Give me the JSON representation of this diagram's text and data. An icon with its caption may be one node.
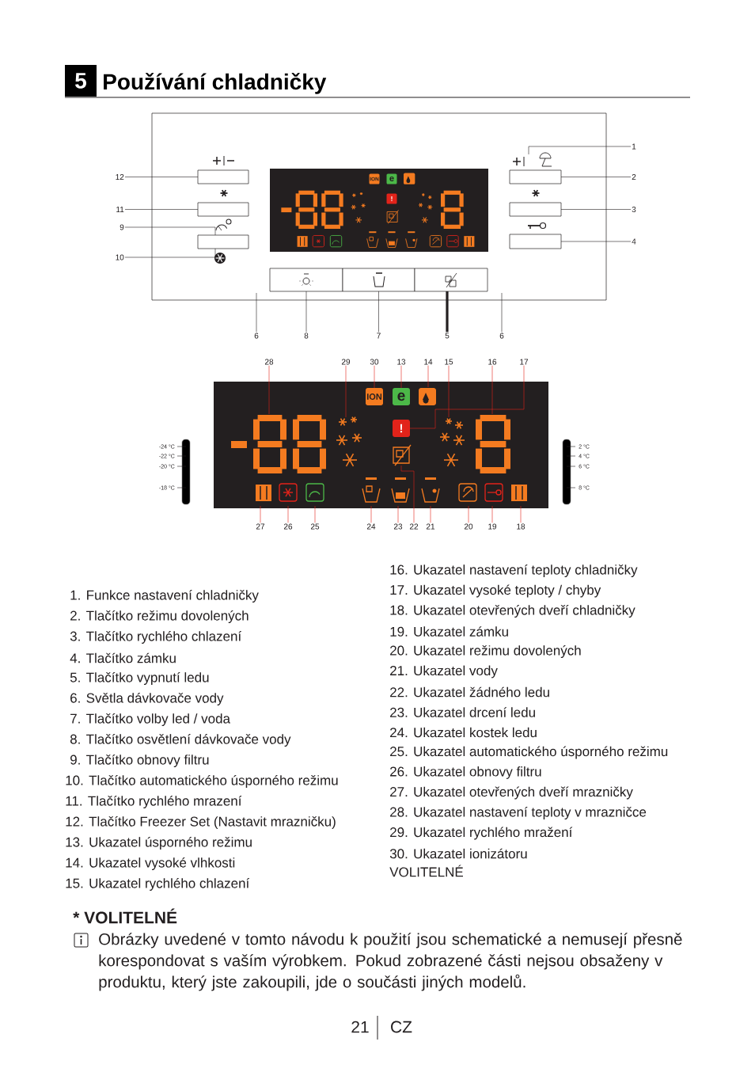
{
  "diagram": {
    "title": "Používání chladničky",
    "nodes": [
      {
        "text": [
          "5"
        ]
      },
      {
        "text": [],
        "shape": "box"
      },
      {
        "text": [],
        "shape": "box",
        "in": 1
      },
      {
        "text": [
          "ION"
        ],
        "in": 2
      },
      {
        "text": [
          "e"
        ],
        "in": 2
      },
      {
        "text": [
          "!"
        ],
        "in": 2
      },
      {
        "text": [],
        "shape": "box",
        "in": 1
      },
      {
        "text": [],
        "shape": "box",
        "in": 1
      },
      {
        "text": [],
        "shape": "box",
        "in": 1
      },
      {
        "text": [],
        "shape": "box",
        "in": 1
      },
      {
        "text": [],
        "shape": "box",
        "in": 1
      },
      {
        "text": [],
        "shape": "box",
        "in": 1
      },
      {
        "text": [],
        "shape": "box",
        "in": 1
      },
      {
        "text": [],
        "shape": "box",
        "in": 1
      },
      {
        "text": [],
        "shape": "box",
        "in": 1
      },
      {
        "text": [
          "12"
        ]
      },
      {
        "text": [
          "11"
        ]
      },
      {
        "text": [
          "9"
        ]
      },
      {
        "text": [
          "10"
        ]
      },
      {
        "text": [
          "1"
        ]
      },
      {
        "text": [
          "2"
        ]
      },
      {
        "text": [
          "3"
        ]
      },
      {
        "text": [
          "4"
        ]
      },
      {
        "text": [
          "6"
        ]
      },
      {
        "text": [
          "8"
        ]
      },
      {
        "text": [
          "7"
        ]
      },
      {
        "text": [
          "5"
        ]
      },
      {
        "text": [
          "6"
        ]
      },
      {
        "text": [],
        "shape": "box"
      },
      {
        "text": [
          "ION"
        ],
        "in": 28
      },
      {
        "text": [
          "e"
        ],
        "in": 28
      },
      {
        "text": [
          "!"
        ],
        "in": 28
      },
      {
        "text": [
          "28"
        ]
      },
      {
        "text": [
          "29"
        ]
      },
      {
        "text": [
          "30"
        ]
      },
      {
        "text": [
          "13"
        ]
      },
      {
        "text": [
          "14"
        ]
      },
      {
        "text": [
          "15"
        ]
      },
      {
        "text": [
          "16"
        ]
      },
      {
        "text": [
          "17"
        ]
      },
      {
        "text": [
          "27"
        ]
      },
      {
        "text": [
          "26"
        ]
      },
      {
        "text": [
          "25"
        ]
      },
      {
        "text": [
          "24"
        ]
      },
      {
        "text": [
          "23"
        ]
      },
      {
        "text": [
          "22"
        ]
      },
      {
        "text": [
          "21"
        ]
      },
      {
        "text": [
          "20"
        ]
      },
      {
        "text": [
          "19"
        ]
      },
      {
        "text": [
          "18"
        ]
      }
    ],
    "edges": [
      {
        "from": 15,
        "to": 6,
        "arrow": "none",
        "color": "#231f20"
      },
      {
        "from": 16,
        "to": 7,
        "arrow": "none",
        "color": "#231f20"
      },
      {
        "from": 17,
        "to": 8,
        "arrow": "none",
        "color": "#231f20"
      },
      {
        "from": 18,
        "to": 8,
        "arrow": "none",
        "color": "#231f20"
      },
      {
        "from": 19,
        "to": 1,
        "arrow": "none",
        "color": "#231f20"
      },
      {
        "from": 20,
        "to": 9,
        "arrow": "none",
        "color": "#231f20"
      },
      {
        "from": 21,
        "to": 10,
        "arrow": "none",
        "color": "#231f20"
      },
      {
        "from": 22,
        "to": 11,
        "arrow": "none",
        "color": "#231f20"
      },
      {
        "from": 23,
        "to": 1,
        "arrow": "none",
        "color": "#231f20"
      },
      {
        "from": 24,
        "to": 12,
        "arrow": "none",
        "color": "#231f20"
      },
      {
        "from": 25,
        "to": 13,
        "arrow": "none",
        "color": "#231f20"
      },
      {
        "from": 26,
        "to": 14,
        "arrow": "none",
        "style": "thick",
        "color": "#231f20"
      },
      {
        "from": 27,
        "to": 1,
        "arrow": "none",
        "color": "#231f20"
      },
      {
        "from": 32,
        "to": 28,
        "arrow": "none"
      },
      {
        "from": 33,
        "to": 28,
        "arrow": "none"
      },
      {
        "from": 34,
        "to": 29,
        "arrow": "none"
      },
      {
        "from": 35,
        "to": 30,
        "arrow": "none"
      },
      {
        "from": 36,
        "to": 28,
        "arrow": "none"
      },
      {
        "from": 37,
        "to": 28,
        "arrow": "none"
      },
      {
        "from": 38,
        "to": 28,
        "arrow": "none"
      },
      {
        "from": 39,
        "to": 31,
        "arrow": "none"
      },
      {
        "from": 40,
        "to": 28,
        "arrow": "none"
      },
      {
        "from": 41,
        "to": 28,
        "arrow": "none"
      },
      {
        "from": 42,
        "to": 28,
        "arrow": "none"
      },
      {
        "from": 43,
        "to": 28,
        "arrow": "none"
      },
      {
        "from": 44,
        "to": 28,
        "arrow": "none"
      },
      {
        "from": 45,
        "to": 28,
        "arrow": "none"
      },
      {
        "from": 46,
        "to": 28,
        "arrow": "none"
      },
      {
        "from": 47,
        "to": 28,
        "arrow": "none"
      },
      {
        "from": 48,
        "to": 28,
        "arrow": "none"
      },
      {
        "from": 49,
        "to": 28,
        "arrow": "none"
      }
    ],
    "labels": [
      "-24 °C",
      "-22 °C",
      "-20 °C",
      "-18 °C",
      "2 °C",
      "4 °C",
      "6 °C",
      "8 °C",
      "1.  Funkce nastavení chladničky",
      "2.  Tlačítko režimu dovolených",
      "3.  Tlačítko rychlého chlazení",
      "4.  Tlačítko zámku",
      "5.  Tlačítko vypnutí ledu",
      "6.  Světla dávkovače vody",
      "7.  Tlačítko volby led / voda",
      "8.  Tlačítko osvětlení dávkovače vody",
      "9.  Tlačítko obnovy filtru",
      "10.  Tlačítko automatického úsporného režimu",
      "11.  Tlačítko rychlého mrazení",
      "12.  Tlačítko Freezer Set (Nastavit mrazničku)",
      "13.  Ukazatel úsporného režimu",
      "14.  Ukazatel vysoké vlhkosti",
      "15.  Ukazatel rychlého chlazení",
      "16.  Ukazatel nastavení teploty chladničky",
      "17.  Ukazatel vysoké teploty / chyby",
      "18.  Ukazatel otevřených dveří chladničky",
      "19.  Ukazatel zámku",
      "20.  Ukazatel režimu dovolených",
      "21.  Ukazatel vody",
      "22.  Ukazatel žádného ledu",
      "23.  Ukazatel drcení ledu",
      "24.  Ukazatel kostek ledu",
      "25.  Ukazatel automatického úsporného režimu",
      "26.  Ukazatel obnovy filtru",
      "27.  Ukazatel otevřených dveří mrazničky",
      "28.  Ukazatel nastavení teploty v mrazničce",
      "29.  Ukazatel rychlého mražení",
      "30.  Ukazatel ionizátoru",
      "VOLITELNÉ",
      "* VOLITELNÉ",
      "Obrázky uvedené v tomto návodu k použití jsou schematické a nemusejí přesně korespondovat s vaším výrobkem. Pokud zobrazené části nejsou obsaženy v produktu, který jste zakoupili, jde o součásti jiných modelů.",
      "21",
      "CZ"
    ]
  }
}
